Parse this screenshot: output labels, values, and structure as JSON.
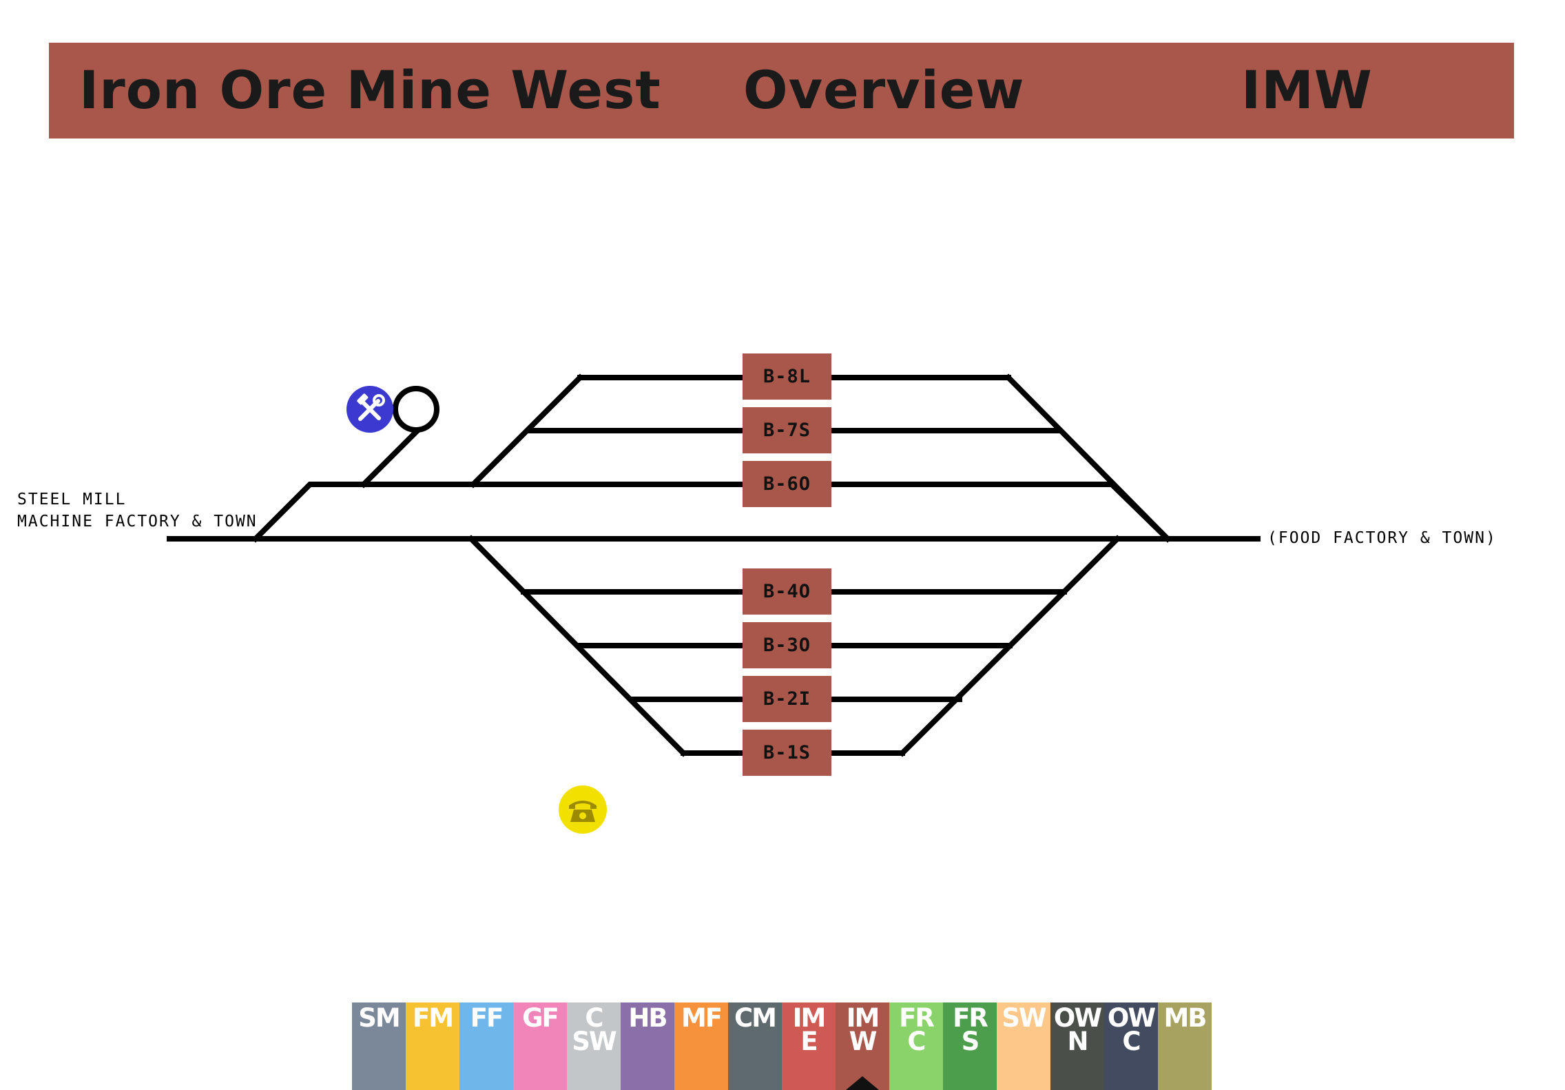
{
  "header": {
    "title": "Iron Ore Mine West",
    "section": "Overview",
    "code": "IMW",
    "color": "#a8574a"
  },
  "destinations": {
    "left_line1": "STEEL MILL",
    "left_line2": "MACHINE FACTORY & TOWN",
    "right": "(FOOD FACTORY & TOWN)"
  },
  "platforms": {
    "p8": "B-8L",
    "p7": "B-7S",
    "p6": "B-6O",
    "p4": "B-4O",
    "p3": "B-3O",
    "p2": "B-2I",
    "p1": "B-1S"
  },
  "icons": {
    "maintenance": "tools-icon",
    "phone": "phone-icon",
    "maintenance_color": "#3b39cf",
    "phone_color": "#f2e100"
  },
  "nav": {
    "active": "IMW",
    "tabs": [
      {
        "l1": "SM",
        "l2": "",
        "color": "#7a8899"
      },
      {
        "l1": "FM",
        "l2": "",
        "color": "#f7c232"
      },
      {
        "l1": "FF",
        "l2": "",
        "color": "#6fb6ea"
      },
      {
        "l1": "GF",
        "l2": "",
        "color": "#f184b8"
      },
      {
        "l1": "C",
        "l2": "SW",
        "color": "#c2c6c9"
      },
      {
        "l1": "HB",
        "l2": "",
        "color": "#8a6fa8"
      },
      {
        "l1": "MF",
        "l2": "",
        "color": "#f6913c"
      },
      {
        "l1": "CM",
        "l2": "",
        "color": "#5f6a6e"
      },
      {
        "l1": "IM",
        "l2": "E",
        "color": "#cf5a53"
      },
      {
        "l1": "IM",
        "l2": "W",
        "color": "#a8574a"
      },
      {
        "l1": "FR",
        "l2": "C",
        "color": "#8ad36a"
      },
      {
        "l1": "FR",
        "l2": "S",
        "color": "#4c9e4c"
      },
      {
        "l1": "SW",
        "l2": "",
        "color": "#fbc88a"
      },
      {
        "l1": "OW",
        "l2": "N",
        "color": "#4a4f4a"
      },
      {
        "l1": "OW",
        "l2": "C",
        "color": "#434b60"
      },
      {
        "l1": "MB",
        "l2": "",
        "color": "#a8a260"
      }
    ]
  }
}
